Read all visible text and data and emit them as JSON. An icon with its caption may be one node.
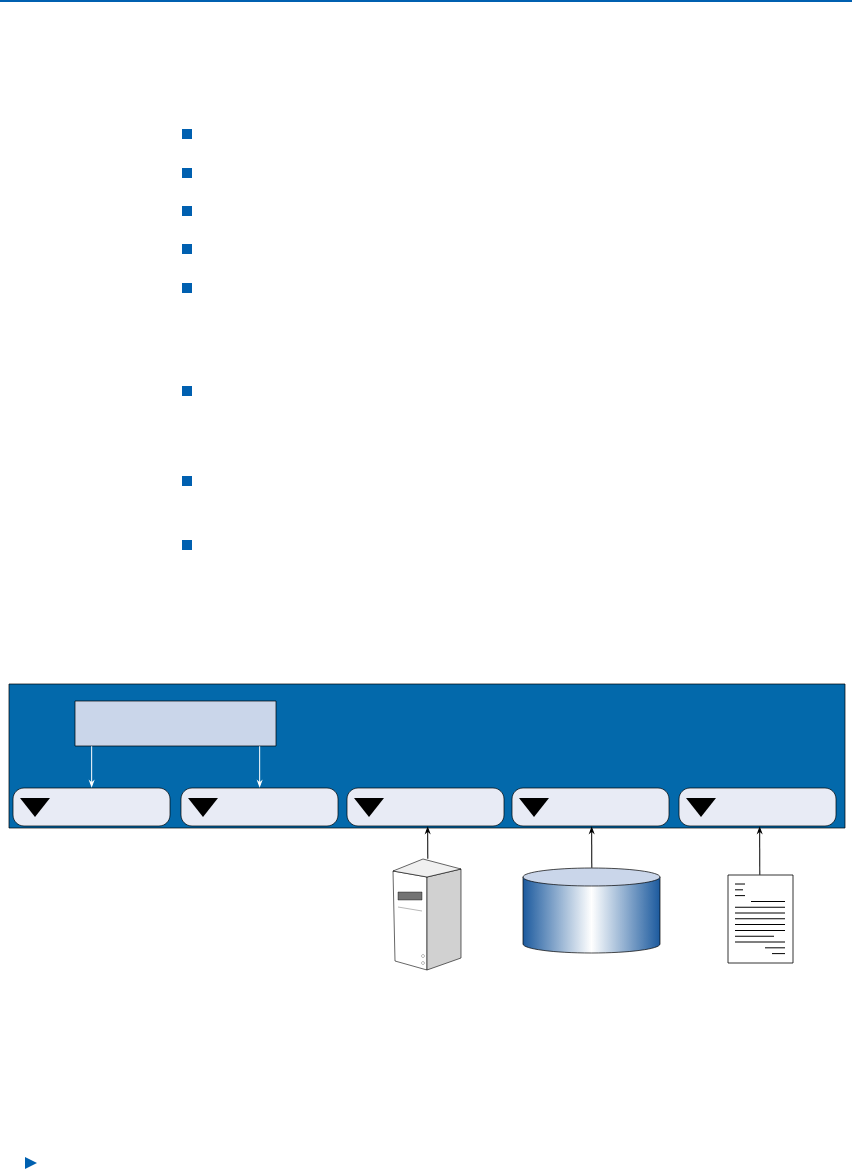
{
  "diagram": {
    "nodes": [
      {
        "text": [],
        "shape": "box"
      },
      {
        "text": [],
        "shape": "box",
        "in": 0
      },
      {
        "text": [],
        "shape": "box",
        "in": 0
      },
      {
        "text": [],
        "shape": "box",
        "in": 0
      },
      {
        "text": [],
        "shape": "box",
        "in": 0
      },
      {
        "text": [],
        "shape": "box",
        "in": 0
      },
      {
        "text": [],
        "shape": "box",
        "in": 0
      },
      {
        "text": [],
        "shape": "server"
      },
      {
        "text": [],
        "shape": "cylinder"
      },
      {
        "text": [],
        "shape": "document"
      }
    ],
    "edges": [
      {
        "from": 1,
        "to": 2,
        "arrow": "to",
        "color": "#ffffff"
      },
      {
        "from": 1,
        "to": 3,
        "arrow": "to",
        "color": "#ffffff"
      },
      {
        "from": 7,
        "to": 4,
        "arrow": "to"
      },
      {
        "from": 8,
        "to": 5,
        "arrow": "to"
      },
      {
        "from": 9,
        "to": 6,
        "arrow": "to"
      }
    ]
  }
}
